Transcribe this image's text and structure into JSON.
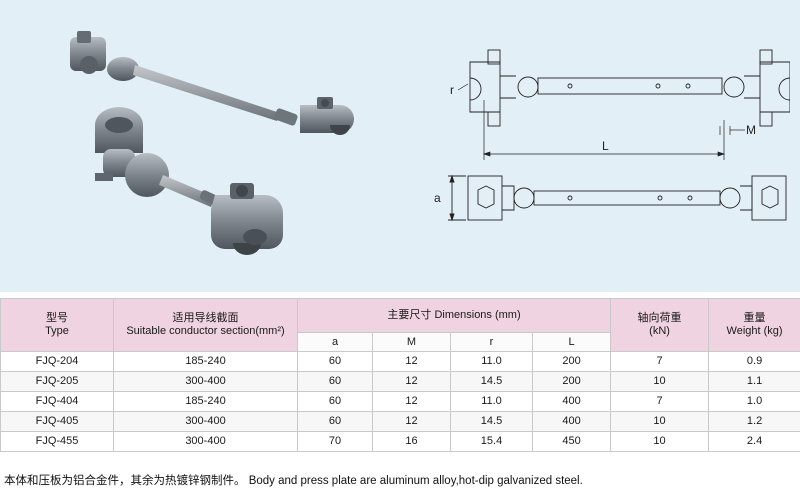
{
  "drawing_labels": {
    "r": "r",
    "M": "M",
    "L": "L",
    "a": "a"
  },
  "table": {
    "headers": {
      "type_zh": "型号",
      "type_en": "Type",
      "conductor_zh": "适用导线截面",
      "conductor_en": "Suitable conductor section(mm²)",
      "dimensions": "主要尺寸 Dimensions (mm)",
      "load_zh": "轴向荷重",
      "load_en": "(kN)",
      "weight_zh": "重量",
      "weight_en": "Weight (kg)",
      "dim_a": "a",
      "dim_M": "M",
      "dim_r": "r",
      "dim_L": "L"
    },
    "rows": [
      {
        "type": "FJQ-204",
        "section": "185-240",
        "a": "60",
        "M": "12",
        "r": "11.0",
        "L": "200",
        "load": "7",
        "weight": "0.9"
      },
      {
        "type": "FJQ-205",
        "section": "300-400",
        "a": "60",
        "M": "12",
        "r": "14.5",
        "L": "200",
        "load": "10",
        "weight": "1.1"
      },
      {
        "type": "FJQ-404",
        "section": "185-240",
        "a": "60",
        "M": "12",
        "r": "11.0",
        "L": "400",
        "load": "7",
        "weight": "1.0"
      },
      {
        "type": "FJQ-405",
        "section": "300-400",
        "a": "60",
        "M": "12",
        "r": "14.5",
        "L": "400",
        "load": "10",
        "weight": "1.2"
      },
      {
        "type": "FJQ-455",
        "section": "300-400",
        "a": "70",
        "M": "16",
        "r": "15.4",
        "L": "450",
        "load": "10",
        "weight": "2.4"
      }
    ]
  },
  "footnote": "本体和压板为铝合金件，其余为热镀锌钢制件。 Body and press plate are aluminum alloy,hot-dip galvanized steel.",
  "colors": {
    "panel_bg": "#e3eff7",
    "header_bg": "#efd3e0",
    "metal": "#8a8f96"
  }
}
